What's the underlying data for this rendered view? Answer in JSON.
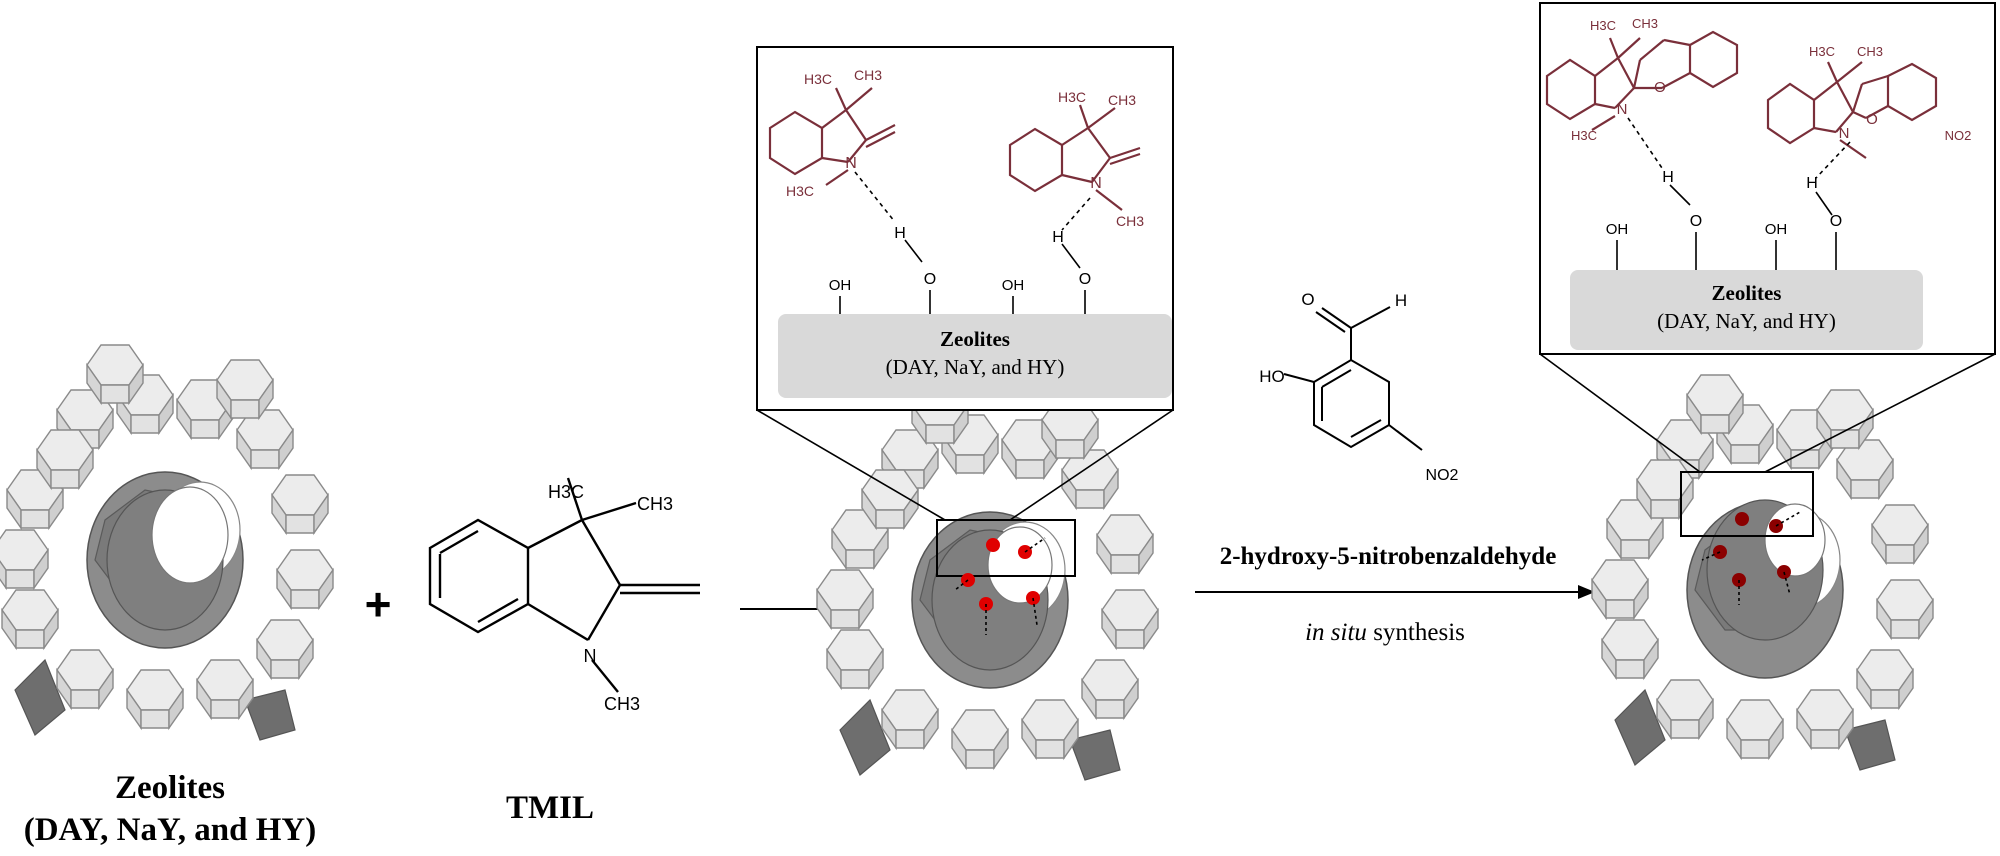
{
  "labels": {
    "zeolites_title": "Zeolites",
    "zeolites_sub": "(DAY, NaY, and HY)",
    "tmil": "TMIL",
    "reagent_name": "2-hydroxy-5-nitrobenzaldehyde",
    "synthesis_italic": "in situ",
    "synthesis_rest": " synthesis",
    "plus": "+"
  },
  "inset_left": {
    "support_title": "Zeolites",
    "support_sub": "(DAY, NaY, and HY)",
    "oh": "OH",
    "o": "O",
    "h": "H",
    "n": "N",
    "h3c": "H3C",
    "ch3": "CH3"
  },
  "inset_right": {
    "support_title": "Zeolites",
    "support_sub": "(DAY, NaY, and HY)",
    "oh": "OH",
    "o": "O",
    "h": "H",
    "n": "N",
    "no2": "NO2",
    "h3c": "H3C",
    "ch3": "CH3"
  },
  "tmil_structure": {
    "h3c": "H3C",
    "ch3_top": "CH3",
    "ch3_n": "CH3",
    "n": "N"
  },
  "aldehyde_structure": {
    "ho": "HO",
    "h": "H",
    "o": "O",
    "no2": "NO2"
  },
  "colors": {
    "molecule": "#7a2f3a",
    "red_dot": "#e00000",
    "dark_red_dot": "#8b0000",
    "support_fill": "#d9d9d9",
    "cage_light": "#e8e8e8",
    "cage_dark": "#6e6e6e"
  }
}
